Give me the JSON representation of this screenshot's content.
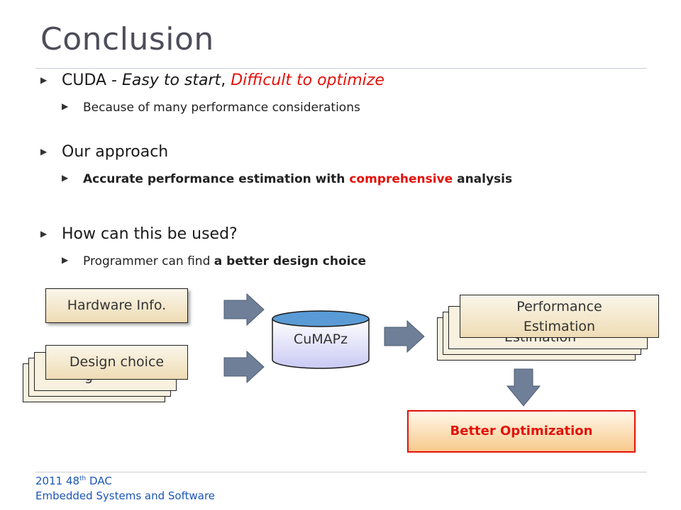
{
  "slide": {
    "title": "Conclusion",
    "bullets": [
      {
        "main": {
          "prefix": "CUDA - ",
          "italic": "Easy to start",
          "sep": ", ",
          "red_italic": "Difficult to optimize"
        },
        "sub": {
          "text": "Because of many performance considerations"
        }
      },
      {
        "main": {
          "text": "Our approach"
        },
        "sub": {
          "bold_before": "Accurate performance estimation with ",
          "red_bold": "comprehensive",
          "bold_after": " analysis"
        }
      },
      {
        "main": {
          "text": "How can this be used?"
        },
        "sub": {
          "prefix": "Programmer can find ",
          "bold": "a better design choice"
        }
      }
    ]
  },
  "diagram": {
    "hardware_info": "Hardware Info.",
    "design_choice": "Design choice",
    "design_choice_behind": "g",
    "cumapz": "CuMAPz",
    "performance_estimation_line1": "Performance",
    "performance_estimation_line2": "Estimation",
    "estimation_behind": "Estimation",
    "better_optimization": "Better Optimization",
    "colors": {
      "arrow": "#6f7f98",
      "box_border": "#222222",
      "optimization_border": "#e3120b",
      "cylinder_top": "#5a9bd5"
    }
  },
  "footer": {
    "line1_year": "2011 48",
    "line1_sup": "th",
    "line1_rest": " DAC",
    "line2": "Embedded Systems and Software"
  }
}
